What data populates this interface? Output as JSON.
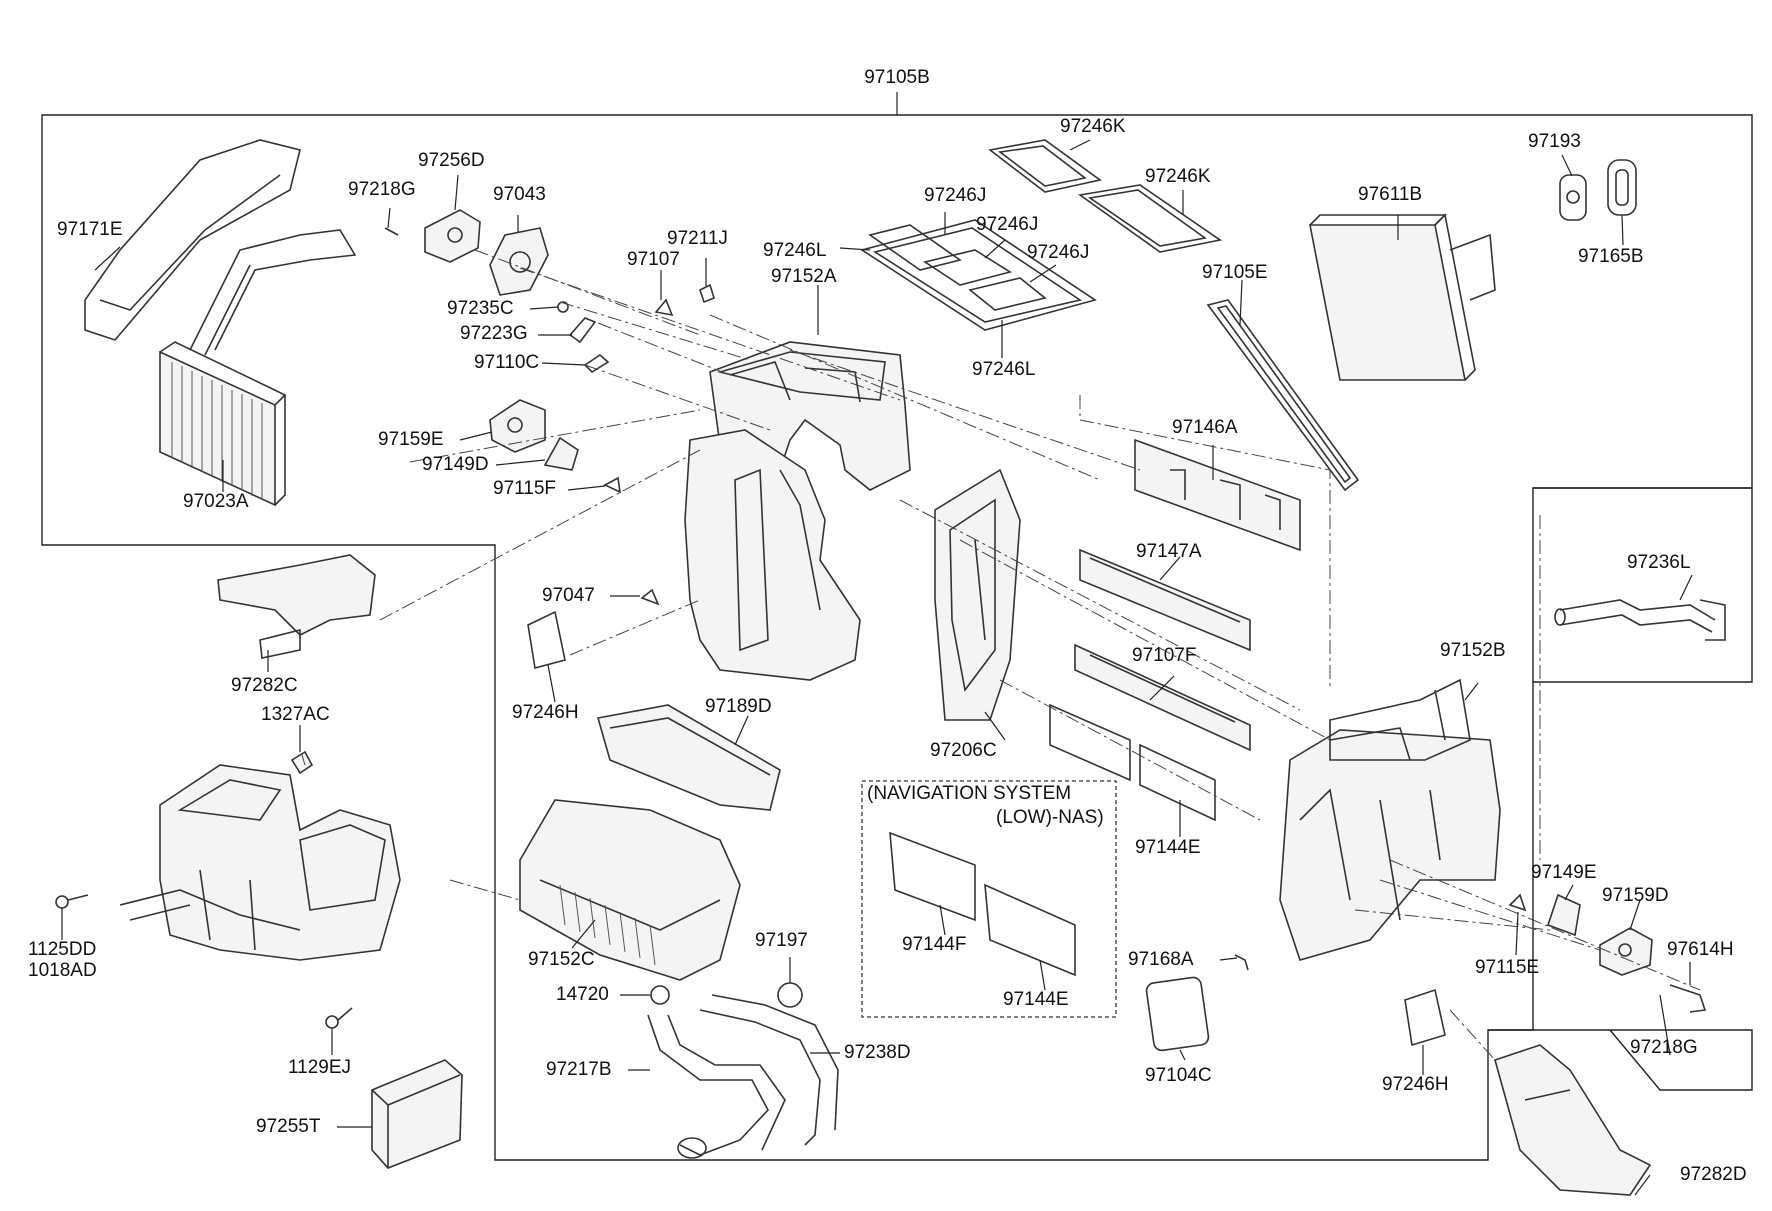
{
  "diagram": {
    "title_part": "97105B",
    "nav_note": {
      "line1": "(NAVIGATION SYSTEM",
      "line2": "(LOW)-NAS)"
    },
    "labels": {
      "p97171E": "97171E",
      "p97023A": "97023A",
      "p97218G_a": "97218G",
      "p97256D": "97256D",
      "p97043": "97043",
      "p97235C": "97235C",
      "p97223G": "97223G",
      "p97110C": "97110C",
      "p97159E": "97159E",
      "p97149D": "97149D",
      "p97115F": "97115F",
      "p97211J": "97211J",
      "p97107": "97107",
      "p97246L_a": "97246L",
      "p97152A": "97152A",
      "p97246J_a": "97246J",
      "p97246J_b": "97246J",
      "p97246J_c": "97246J",
      "p97246L_b": "97246L",
      "p97246K_a": "97246K",
      "p97246K_b": "97246K",
      "p97105E": "97105E",
      "p97611B": "97611B",
      "p97193": "97193",
      "p97165B": "97165B",
      "p97146A": "97146A",
      "p97147A": "97147A",
      "p97107F": "97107F",
      "p97144E_a": "97144E",
      "p97206C": "97206C",
      "p97047": "97047",
      "p97246H_a": "97246H",
      "p97189D": "97189D",
      "p97152C": "97152C",
      "p14720": "14720",
      "p97197": "97197",
      "p97217B": "97217B",
      "p97238D": "97238D",
      "p97144F": "97144F",
      "p97144E_b": "97144E",
      "p97168A": "97168A",
      "p97104C": "97104C",
      "p97246H_b": "97246H",
      "p97152B": "97152B",
      "p97236L": "97236L",
      "p97149E": "97149E",
      "p97159D": "97159D",
      "p97115E": "97115E",
      "p97614H": "97614H",
      "p97218G_b": "97218G",
      "p97282D": "97282D",
      "p97282C": "97282C",
      "p1327AC": "1327AC",
      "p1125DD": "1125DD",
      "p1018AD": "1018AD",
      "p1129EJ": "1129EJ",
      "p97255T": "97255T"
    }
  }
}
